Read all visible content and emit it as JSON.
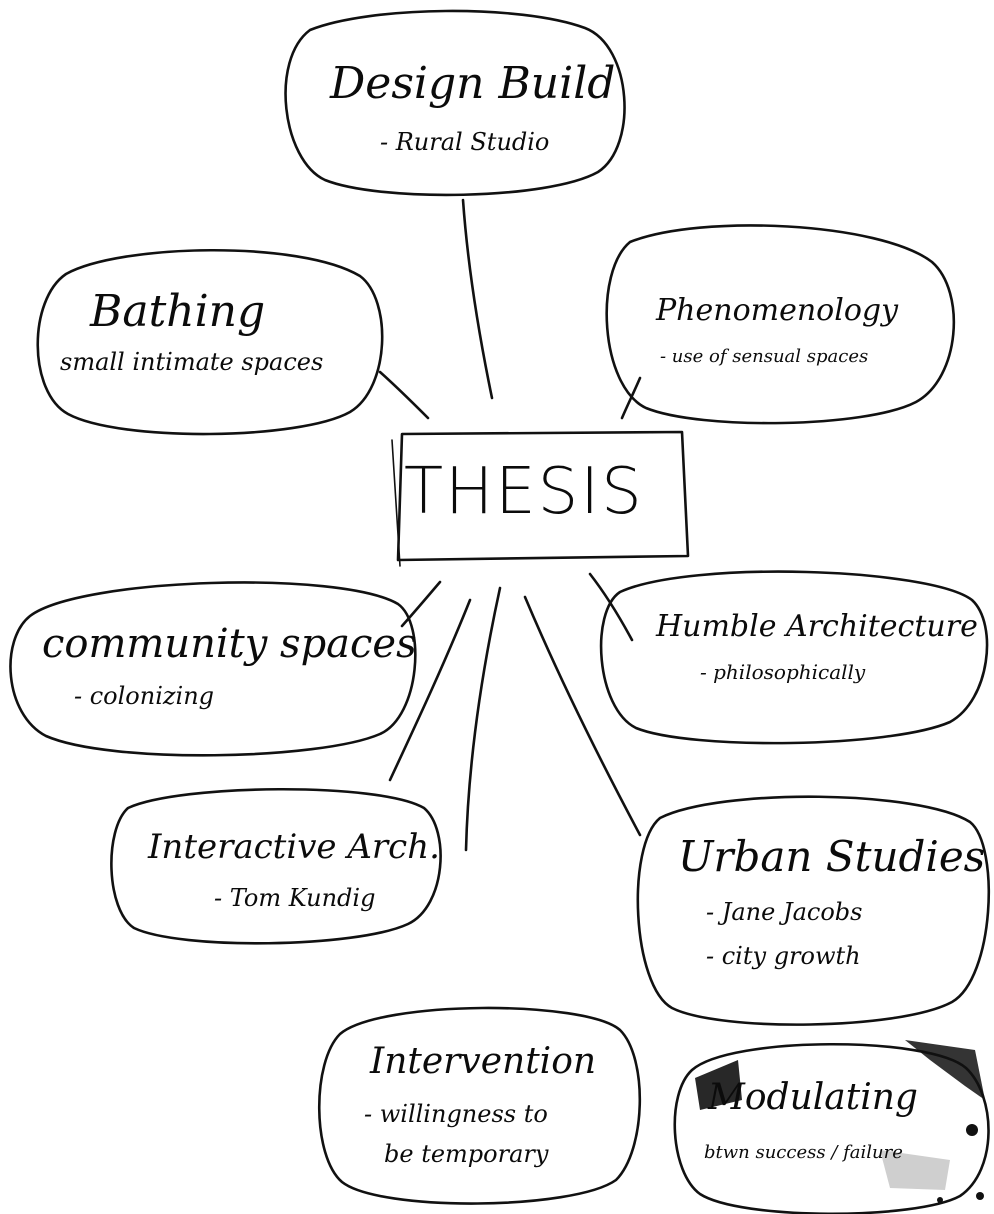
{
  "center": {
    "label": "THESIS"
  },
  "nodes": [
    {
      "id": "design-build",
      "title": "Design Build",
      "lines": [
        "- Rural Studio"
      ]
    },
    {
      "id": "bathing",
      "title": "Bathing",
      "lines": [
        "small intimate spaces"
      ]
    },
    {
      "id": "phenomenology",
      "title": "Phenomenology",
      "lines": [
        "- use of sensual spaces"
      ]
    },
    {
      "id": "community-spaces",
      "title": "community spaces",
      "lines": [
        "- colonizing"
      ]
    },
    {
      "id": "humble-architecture",
      "title": "Humble Architecture",
      "lines": [
        "- philosophically"
      ]
    },
    {
      "id": "interactive-arch",
      "title": "Interactive Arch.",
      "lines": [
        "- Tom Kundig"
      ]
    },
    {
      "id": "urban-studies",
      "title": "Urban Studies",
      "lines": [
        "- Jane Jacobs",
        "- city growth"
      ]
    },
    {
      "id": "intervention",
      "title": "Intervention",
      "lines": [
        "- willingness to",
        "be temporary"
      ]
    },
    {
      "id": "modulating",
      "title": "Modulating",
      "lines": [
        "btwn success / failure"
      ]
    }
  ]
}
